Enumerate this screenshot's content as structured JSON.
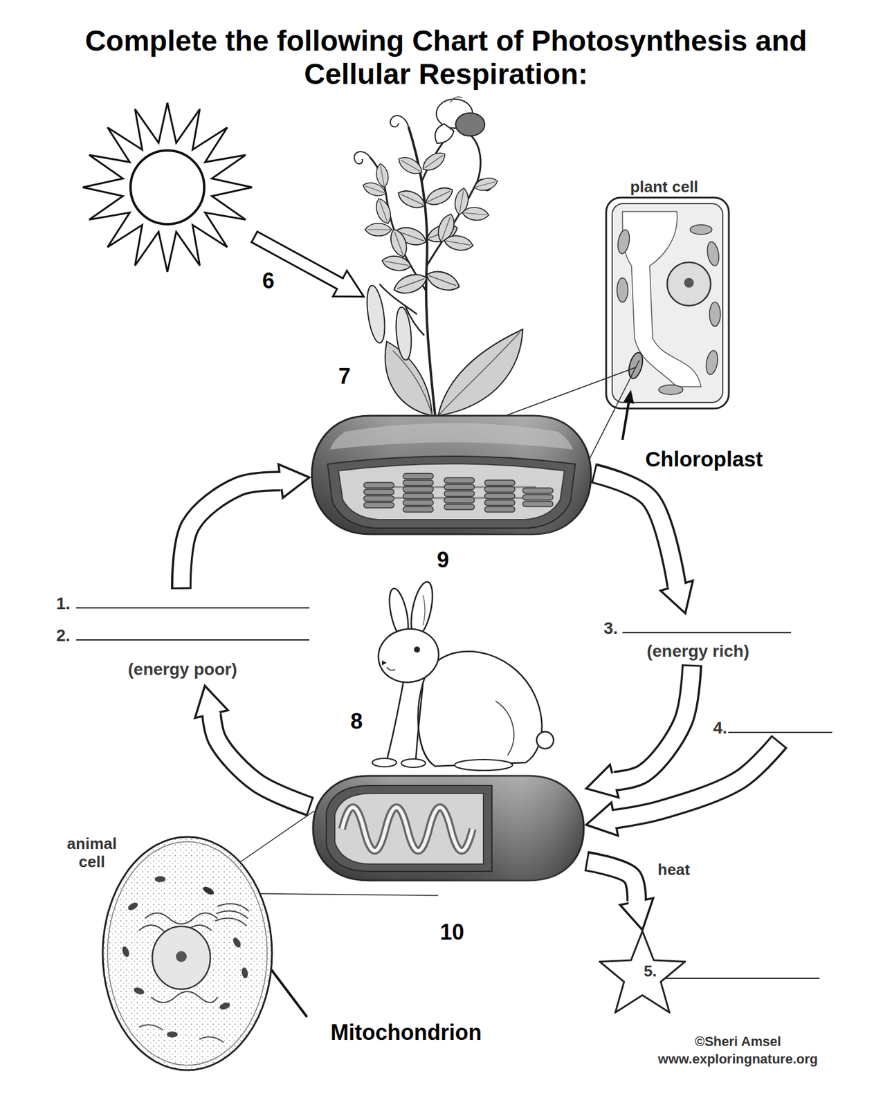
{
  "diagram": {
    "title": "Complete the following Chart of Photosynthesis and Cellular Respiration:",
    "nodes": [
      {
        "text": [
          "9"
        ]
      },
      {
        "text": [
          "1.",
          "2.",
          "(energy poor)"
        ]
      },
      {
        "text": [
          "3.",
          "(energy rich)"
        ]
      },
      {
        "text": [
          "4."
        ]
      },
      {
        "text": [
          "10"
        ]
      },
      {
        "text": [
          "5."
        ]
      }
    ],
    "edges": [
      {
        "from": 0,
        "to": 2,
        "arrow": "to"
      },
      {
        "from": 2,
        "to": 4,
        "arrow": "to"
      },
      {
        "from": 3,
        "to": 4,
        "arrow": "to"
      },
      {
        "from": 4,
        "to": 1,
        "arrow": "to"
      },
      {
        "from": 1,
        "to": 0,
        "arrow": "to"
      },
      {
        "from": 4,
        "to": 5,
        "label": "heat",
        "arrow": "to"
      }
    ],
    "labels": [
      "6",
      "7",
      "plant cell",
      "Chloroplast",
      "8",
      "animal cell",
      "Mitochondrion",
      "©Sheri Amsel www.exploringnature.org"
    ]
  }
}
